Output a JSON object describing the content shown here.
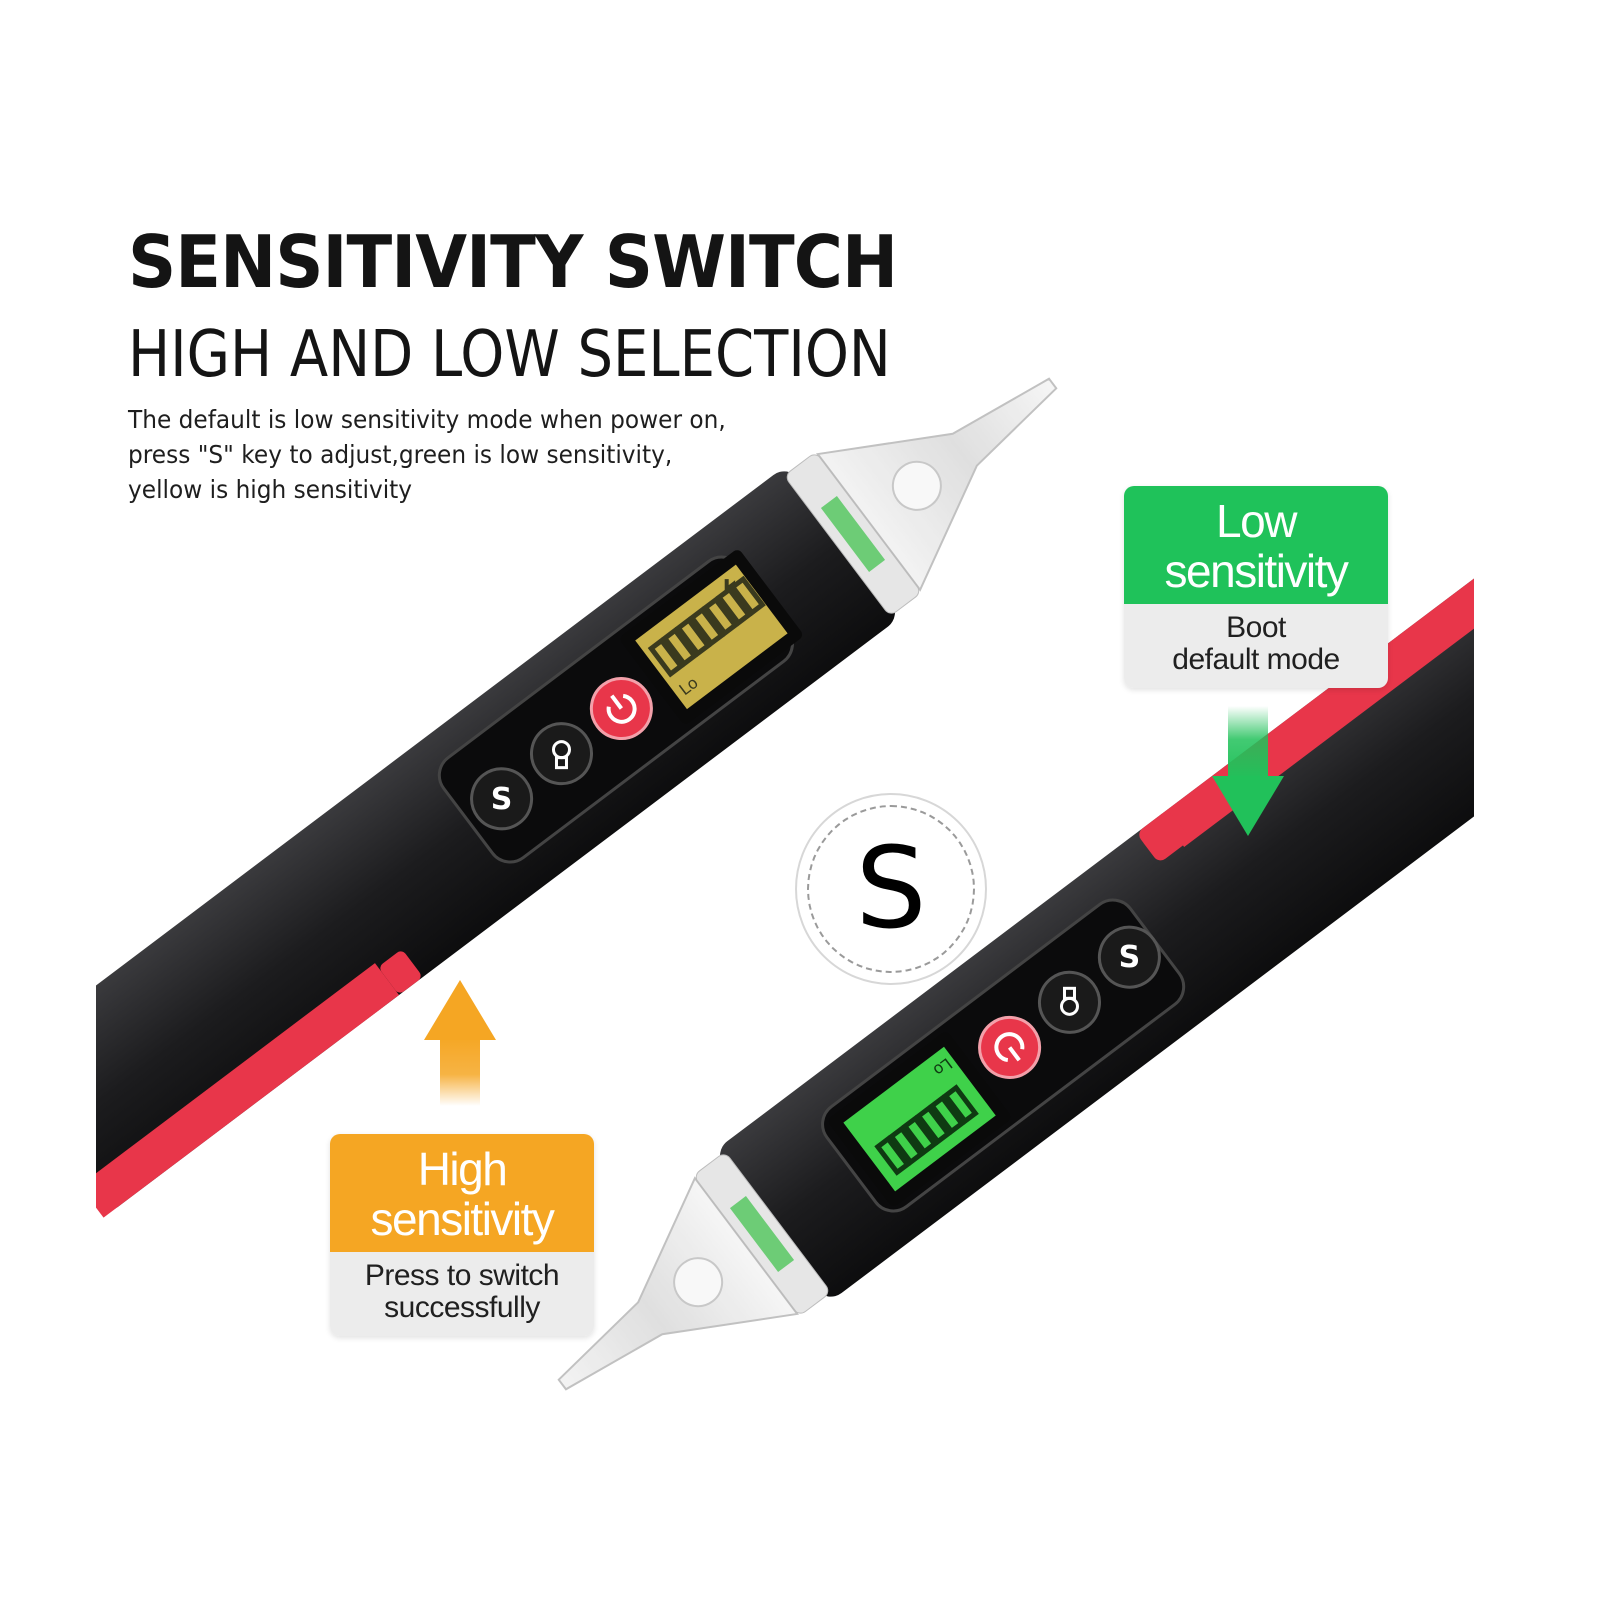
{
  "headline": "SENSITIVITY SWITCH",
  "subheadline": "HIGH AND LOW SELECTION",
  "description": [
    "The default is low sensitivity mode when power on,",
    "press \"S\" key to adjust,green is low sensitivity,",
    "yellow is high sensitivity"
  ],
  "low_card": {
    "title": [
      "Low",
      "sensitivity"
    ],
    "subtitle": [
      "Boot",
      "default mode"
    ],
    "color": "#1fc25a"
  },
  "high_card": {
    "title": [
      "High",
      "sensitivity"
    ],
    "subtitle": [
      "Press to switch",
      "successfully"
    ],
    "color": "#f5a623"
  },
  "s_badge": "S",
  "pen_top": {
    "display_label": "Lo",
    "display_color": "#c9b24a",
    "buttons": [
      "S",
      "flashlight-icon",
      "power-icon"
    ]
  },
  "pen_bottom": {
    "display_label": "Lo",
    "display_color": "#3fd14a",
    "buttons": [
      "S",
      "flashlight-icon",
      "power-icon"
    ]
  },
  "colors": {
    "accent_red": "#e8364a",
    "body_dark": "#1c1c1e"
  }
}
